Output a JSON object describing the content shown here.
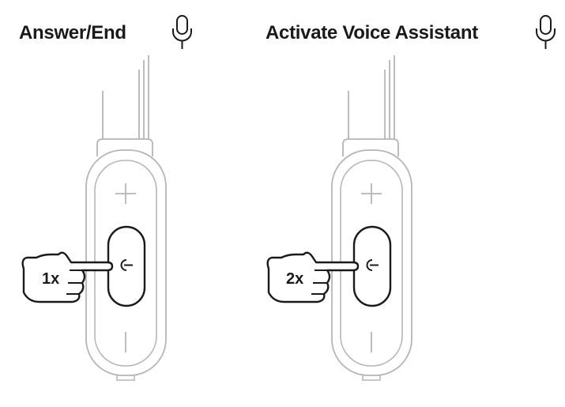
{
  "panels": [
    {
      "title": "Answer/End",
      "press_count": "1x"
    },
    {
      "title": "Activate Voice Assistant",
      "press_count": "2x"
    }
  ],
  "icons": {
    "mic": "microphone-icon",
    "plus": "plus-icon",
    "minus": "minus-icon",
    "power": "power-icon",
    "hand": "pointing-hand-icon"
  },
  "colors": {
    "outline_light": "#b5b5b5",
    "outline_dark": "#1a1a1a"
  }
}
